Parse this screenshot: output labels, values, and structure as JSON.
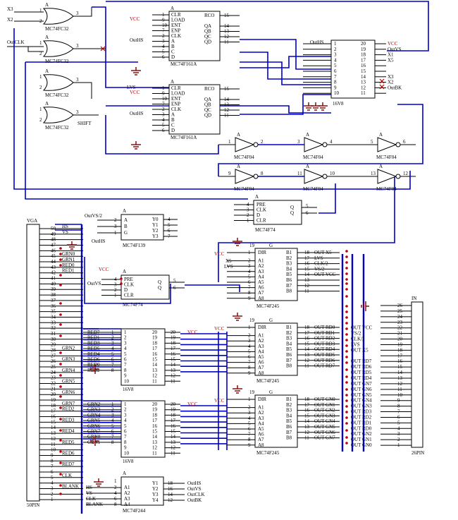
{
  "gates": [
    {
      "name": "or-gate-1",
      "label": "MC74FC32",
      "in1": "X3",
      "in2": "X2",
      "pin_in1": "1",
      "pin_in2": "2",
      "pin_out": "3"
    },
    {
      "name": "or-gate-2",
      "label": "MC74FC32",
      "in1": "OutCLK",
      "in2": "",
      "pin_in1": "1",
      "pin_in2": "2",
      "pin_out": "3"
    },
    {
      "name": "or-gate-3",
      "label": "MC74FC32",
      "in1": "",
      "in2": "",
      "pin_in1": "1",
      "pin_in2": "2",
      "pin_out": "3"
    },
    {
      "name": "or-gate-4",
      "label": "MC74FC32",
      "in1": "",
      "in2": "",
      "pin_in1": "1",
      "pin_in2": "2",
      "pin_out": "3",
      "out_label": "SHIFT"
    }
  ],
  "counters": [
    {
      "name": "counter-1",
      "label": "MC74F161A",
      "left_pins": [
        "CLR",
        "LOAD",
        "ENT",
        "ENP",
        "CLK",
        "A",
        "B",
        "C",
        "D"
      ],
      "left_nums": [
        "1",
        "9",
        "10",
        "7",
        "2",
        "3",
        "4",
        "5",
        "6"
      ],
      "right_pins": [
        "RCO",
        "QA",
        "QB",
        "QC",
        "QD"
      ],
      "right_nums": [
        "15",
        "14",
        "13",
        "12",
        "11"
      ],
      "vcc": "VCC",
      "clk_in": "OutHS"
    },
    {
      "name": "counter-2",
      "label": "MC74F161A",
      "left_pins": [
        "CLR",
        "LOAD",
        "ENT",
        "ENP",
        "CLK",
        "A",
        "B",
        "C",
        "D"
      ],
      "left_nums": [
        "1",
        "9",
        "10",
        "7",
        "2",
        "3",
        "4",
        "5",
        "6"
      ],
      "right_pins": [
        "RCO",
        "QA",
        "QB",
        "QC",
        "QD"
      ],
      "right_nums": [
        "15",
        "14",
        "13",
        "12",
        "11"
      ],
      "vcc": "VCC",
      "clk_in": "OutHS",
      "top_label": "LVS"
    }
  ],
  "pal_top": {
    "label": "16V8",
    "left_nums": [
      "1",
      "2",
      "3",
      "4",
      "5",
      "6",
      "7",
      "8",
      "9",
      "10"
    ],
    "right_nums": [
      "20",
      "19",
      "18",
      "17",
      "16",
      "15",
      "14",
      "13",
      "12",
      "11"
    ],
    "in_label": "OutHS",
    "right_labels": [
      "VCC",
      "OutVS",
      "X1",
      "X5",
      "",
      "",
      "X3",
      "X2",
      "OutBK",
      ""
    ]
  },
  "inverters": {
    "label": "MC74F04",
    "pins": [
      [
        "1",
        "2"
      ],
      [
        "3",
        "4"
      ],
      [
        "5",
        "6"
      ],
      [
        "9",
        "8"
      ],
      [
        "11",
        "10"
      ],
      [
        "13",
        "12"
      ]
    ]
  },
  "ff1": {
    "label": "MC74F74",
    "pins": [
      "PRE",
      "CLK",
      "D",
      "CLR"
    ],
    "nums": [
      "4",
      "3",
      "2",
      "1"
    ],
    "q": "Q",
    "qn": "Q",
    "qnums": [
      "5",
      "6"
    ],
    "letter": "A"
  },
  "ff2": {
    "label": "MC74F74",
    "pins": [
      "PRE",
      "CLK",
      "D",
      "CLR"
    ],
    "nums": [
      "4",
      "3",
      "2",
      "1"
    ],
    "q": "Q",
    "qn": "Q",
    "qnums": [
      "5",
      "6"
    ],
    "letter": "A",
    "vcc": "VCC",
    "in": "OutVS"
  },
  "decoder": {
    "label": "MC74F139",
    "pins": [
      "A",
      "B",
      "G"
    ],
    "nums": [
      "2",
      "3",
      "1"
    ],
    "outs": [
      "Y0",
      "Y1",
      "Y2",
      "Y3"
    ],
    "onums": [
      "4",
      "5",
      "6",
      "7"
    ],
    "in": "OutVS/2",
    "in2": "OutHS",
    "letter": "A"
  },
  "buffers": [
    {
      "name": "buffer-1",
      "label": "MC74F245",
      "pins": [
        "DIR",
        "A1",
        "A2",
        "A3",
        "A4",
        "A5",
        "A6",
        "A7",
        "A8"
      ],
      "nums": [
        "1",
        "2",
        "3",
        "4",
        "5",
        "6",
        "7",
        "8",
        "9"
      ],
      "outs": [
        "B1",
        "B2",
        "B3",
        "B4",
        "B5",
        "B6",
        "B7",
        "B8"
      ],
      "onums": [
        "18",
        "17",
        "16",
        "15",
        "14",
        "13",
        "12",
        "11"
      ],
      "out_labels": [
        "OUT X5",
        "LVS",
        "CLK/2",
        "VS/2",
        "OUT VCC",
        "",
        "",
        ""
      ],
      "en": "19",
      "vcc": "VCC",
      "in_labels": [
        "X5",
        "LVS"
      ]
    },
    {
      "name": "buffer-2",
      "label": "MC74F245",
      "pins": [
        "DIR",
        "A1",
        "A2",
        "A3",
        "A4",
        "A5",
        "A6",
        "A7",
        "A8"
      ],
      "nums": [
        "1",
        "2",
        "3",
        "4",
        "5",
        "6",
        "7",
        "8",
        "9"
      ],
      "outs": [
        "B1",
        "B2",
        "B3",
        "B4",
        "B5",
        "B6",
        "B7",
        "B8"
      ],
      "onums": [
        "18",
        "17",
        "16",
        "15",
        "14",
        "13",
        "12",
        "11"
      ],
      "out_labels": [
        "OUT RD0",
        "OUT RD1",
        "OUT RD2",
        "OUT RD3",
        "OUT RD4",
        "OUT RD5",
        "OUT RD6",
        "OUT RD7"
      ],
      "en": "19",
      "vcc": "VCC"
    },
    {
      "name": "buffer-3",
      "label": "MC74F245",
      "pins": [
        "DIR",
        "A1",
        "A2",
        "A3",
        "A4",
        "A5",
        "A6",
        "A7",
        "A8"
      ],
      "nums": [
        "1",
        "2",
        "3",
        "4",
        "5",
        "6",
        "7",
        "8",
        "9"
      ],
      "outs": [
        "B1",
        "B2",
        "B3",
        "B4",
        "B5",
        "B6",
        "B7",
        "B8"
      ],
      "onums": [
        "18",
        "17",
        "16",
        "15",
        "14",
        "13",
        "12",
        "11"
      ],
      "out_labels": [
        "OUT GN0",
        "OUT GN1",
        "OUT GN2",
        "OUT GN3",
        "OUT GN4",
        "OUT GN5",
        "OUT GN6",
        "OUT GN7"
      ],
      "en": "19",
      "vcc": "VCC"
    }
  ],
  "pal_red": {
    "label": "16V8",
    "left_labels": [
      "RED7",
      "RED1",
      "RED3",
      "RED5",
      "RED4",
      "RED6",
      "RED0",
      "RED2"
    ],
    "nums_left": [
      "1",
      "2",
      "3",
      "4",
      "5",
      "6",
      "7",
      "8",
      "9",
      "10"
    ],
    "nums_right": [
      "20",
      "19",
      "18",
      "17",
      "16",
      "15",
      "14",
      "13",
      "12",
      "11"
    ],
    "vcc": "VCC"
  },
  "pal_grn": {
    "label": "16V8",
    "left_labels": [
      "GRN2",
      "GRN3",
      "GRN4",
      "GRN5",
      "GRN6",
      "GRN7",
      "GRN0",
      "GRN1"
    ],
    "nums_left": [
      "1",
      "2",
      "3",
      "4",
      "5",
      "6",
      "7",
      "8",
      "9",
      "10"
    ],
    "nums_right": [
      "20",
      "19",
      "18",
      "17",
      "16",
      "15",
      "14",
      "13",
      "12",
      "11"
    ],
    "vcc": "VCC"
  },
  "driver": {
    "label": "MC74F244",
    "ins": [
      "A1",
      "A2",
      "A3",
      "A4"
    ],
    "inums": [
      "2",
      "4",
      "6",
      "8"
    ],
    "outs": [
      "Y1",
      "Y2",
      "Y3",
      "Y4"
    ],
    "onums": [
      "18",
      "16",
      "14",
      "12"
    ],
    "out_labels": [
      "OutHS",
      "OutVS",
      "OutCLK",
      "OutBK"
    ],
    "letter": "A",
    "en": "1"
  },
  "vga": {
    "label": "VGA",
    "footer": "50PIN",
    "pins": [
      "50",
      "49",
      "48",
      "47",
      "46",
      "45",
      "44",
      "43",
      "42",
      "41",
      "40",
      "39",
      "38",
      "37",
      "36",
      "35",
      "34",
      "33",
      "32",
      "31",
      "30",
      "29",
      "28",
      "27",
      "26",
      "25",
      "24",
      "23",
      "22",
      "21",
      "20",
      "19",
      "18",
      "17",
      "16",
      "15",
      "14",
      "13",
      "12",
      "11",
      "10",
      "9",
      "8",
      "7",
      "6",
      "5",
      "4",
      "3",
      "2",
      "1"
    ],
    "signals": {
      "50": "HS",
      "49": "VS",
      "45": "GRN0",
      "44": "GRN1",
      "43": "RED0",
      "42": "RED1",
      "28": "GRN2",
      "26": "GRN3",
      "24": "GRN4",
      "22": "GRN5",
      "20": "GRN6",
      "18": "GRN7",
      "17": "RED2",
      "15": "RED3",
      "13": "RED4",
      "11": "RED5",
      "9": "RED6",
      "7": "RED7",
      "5": "CLK",
      "3": "BLANK"
    }
  },
  "in_conn": {
    "label": "IN",
    "footer": "26PIN",
    "pins": [
      "26",
      "25",
      "24",
      "23",
      "22",
      "21",
      "20",
      "19",
      "18",
      "17",
      "16",
      "15",
      "14",
      "13",
      "12",
      "11",
      "10",
      "9",
      "8",
      "7",
      "6",
      "5",
      "4",
      "3",
      "2",
      "1"
    ],
    "signals": [
      "",
      "",
      "",
      "",
      "OUT VCC",
      "VS/2",
      "CLK/2",
      "LVS",
      "OUT X5",
      "",
      "OUT RD7",
      "OUT RD6",
      "OUT RD5",
      "OUT RD4",
      "OUT GN7",
      "OUT GN6",
      "OUT GN5",
      "OUT GN4",
      "OUT GN3",
      "OUT RD3",
      "OUT RD2",
      "OUT RD1",
      "OUT RD0",
      "OUT GN2",
      "OUT GN1",
      "OUT GN0"
    ]
  },
  "driver_inputs": [
    "HS",
    "VS",
    "CLK",
    "BLANK"
  ]
}
